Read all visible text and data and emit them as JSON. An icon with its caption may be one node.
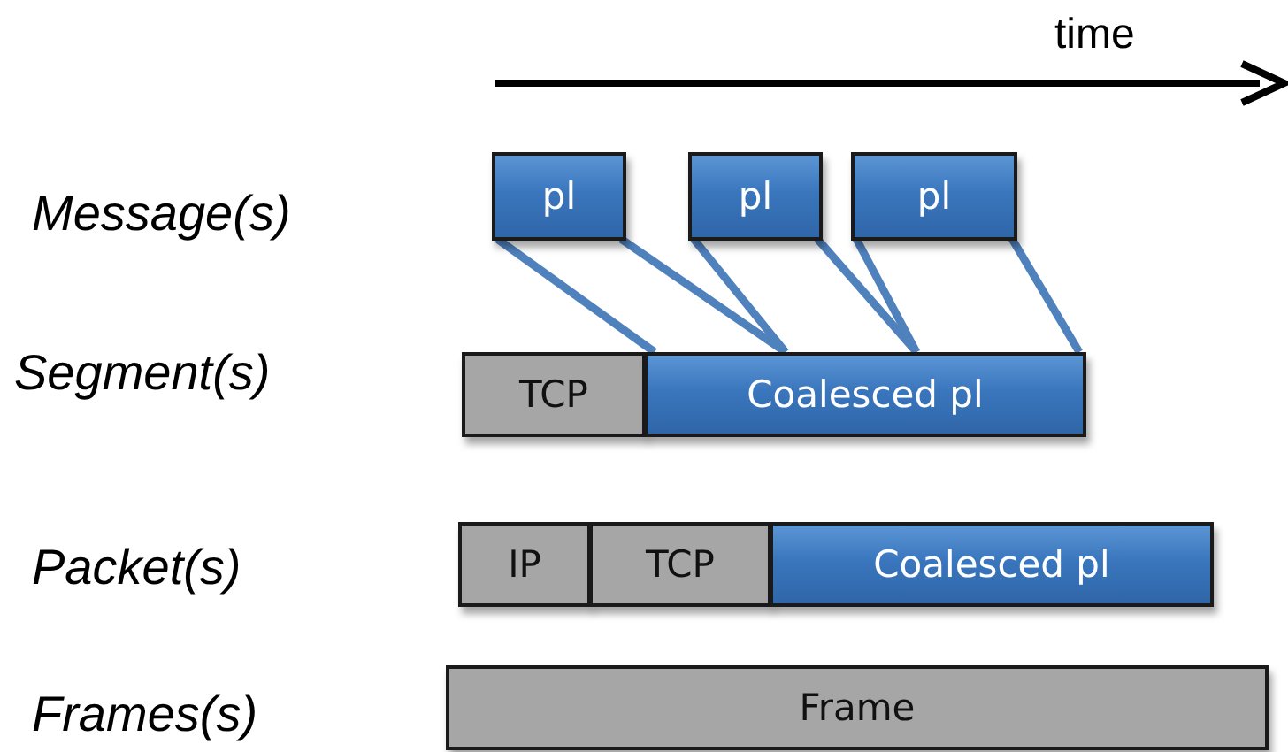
{
  "diagram": {
    "nodes": [
      {
        "text": [
          "pl"
        ]
      },
      {
        "text": [
          "pl"
        ]
      },
      {
        "text": [
          "pl"
        ]
      },
      {
        "text": [
          "TCP"
        ]
      },
      {
        "text": [
          "Coalesced pl"
        ]
      },
      {
        "text": [
          "IP"
        ]
      },
      {
        "text": [
          "TCP"
        ]
      },
      {
        "text": [
          "Coalesced pl"
        ]
      },
      {
        "text": [
          "Frame"
        ]
      }
    ],
    "edges": [
      {
        "from": 0,
        "to": 4,
        "arrow": "none"
      },
      {
        "from": 0,
        "to": 4,
        "arrow": "none"
      },
      {
        "from": 1,
        "to": 4,
        "arrow": "none"
      },
      {
        "from": 1,
        "to": 4,
        "arrow": "none"
      },
      {
        "from": 2,
        "to": 4,
        "arrow": "none"
      },
      {
        "from": 2,
        "to": 4,
        "arrow": "none"
      }
    ],
    "labels": [
      "time",
      "Message(s)",
      "Segment(s)",
      "Packet(s)",
      "Frames(s)"
    ]
  }
}
